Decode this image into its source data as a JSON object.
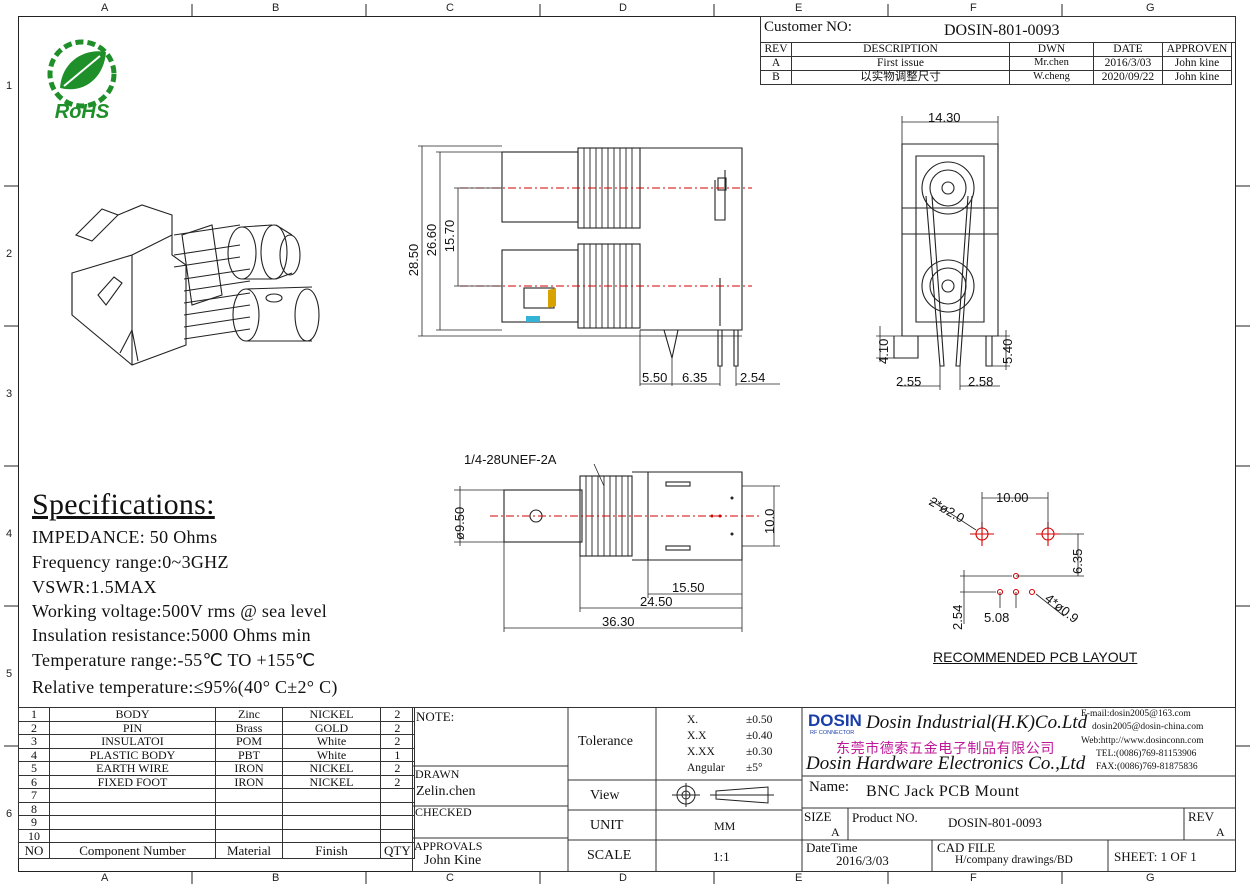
{
  "zones": {
    "cols": [
      "A",
      "B",
      "C",
      "D",
      "E",
      "F",
      "G"
    ],
    "rows": [
      "1",
      "2",
      "3",
      "4",
      "5",
      "6"
    ]
  },
  "logo": {
    "text": "RoHS"
  },
  "header": {
    "customer_label": "Customer NO:",
    "customer_no": "DOSIN-801-0093",
    "columns": [
      "REV",
      "DESCRIPTION",
      "DWN",
      "DATE",
      "APPROVEN"
    ],
    "rows": [
      {
        "rev": "A",
        "description": "First issue",
        "dwn": "Mr.chen",
        "date": "2016/3/03",
        "approven": "John kine"
      },
      {
        "rev": "B",
        "description": "以实物调整尺寸",
        "dwn": "W.cheng",
        "date": "2020/09/22",
        "approven": "John kine"
      }
    ]
  },
  "dimensions": {
    "side": [
      "28.50",
      "26.60",
      "15.70",
      "5.50",
      "6.35",
      "2.54"
    ],
    "end": [
      "14.30",
      "4.10",
      "5.40",
      "2.55",
      "2.58"
    ],
    "top": [
      "1/4-28UNEF-2A",
      "ø9.50",
      "10.0",
      "15.50",
      "24.50",
      "36.30"
    ],
    "pcb": [
      "2*ø2.0",
      "10.00",
      "6.35",
      "2.54",
      "5.08",
      "4*ø0.9"
    ],
    "pcb_title": "RECOMMENDED PCB LAYOUT"
  },
  "specifications": {
    "title": "Specifications:",
    "items": [
      "IMPEDANCE: 50 Ohms",
      "Frequency range:0~3GHZ",
      "VSWR:1.5MAX",
      "Working voltage:500V rms @ sea level",
      "Insulation resistance:5000 Ohms min",
      "Temperature range:-55℃ TO +155℃",
      "Relative temperature:≤95%(40° C±2° C)"
    ]
  },
  "bom": {
    "headers": [
      "NO",
      "Component Number",
      "Material",
      "Finish",
      "QTY"
    ],
    "rows": [
      {
        "no": "1",
        "name": "BODY",
        "material": "Zinc",
        "finish": "NICKEL",
        "qty": "2"
      },
      {
        "no": "2",
        "name": "PIN",
        "material": "Brass",
        "finish": "GOLD",
        "qty": "2"
      },
      {
        "no": "3",
        "name": "INSULATOI",
        "material": "POM",
        "finish": "White",
        "qty": "2"
      },
      {
        "no": "4",
        "name": "PLASTIC BODY",
        "material": "PBT",
        "finish": "White",
        "qty": "1"
      },
      {
        "no": "5",
        "name": "EARTH WIRE",
        "material": "IRON",
        "finish": "NICKEL",
        "qty": "2"
      },
      {
        "no": "6",
        "name": "FIXED FOOT",
        "material": "IRON",
        "finish": "NICKEL",
        "qty": "2"
      },
      {
        "no": "7",
        "name": "",
        "material": "",
        "finish": "",
        "qty": ""
      },
      {
        "no": "8",
        "name": "",
        "material": "",
        "finish": "",
        "qty": ""
      },
      {
        "no": "9",
        "name": "",
        "material": "",
        "finish": "",
        "qty": ""
      },
      {
        "no": "10",
        "name": "",
        "material": "",
        "finish": "",
        "qty": ""
      }
    ]
  },
  "title_block": {
    "note_label": "NOTE:",
    "drawn_label": "DRAWN",
    "drawn_by": "Zelin.chen",
    "checked_label": "CHECKED",
    "approvals_label": "APPROVALS",
    "approvals_by": "John Kine",
    "tolerance_label": "Tolerance",
    "tolerances": [
      {
        "k": "X.",
        "v": "±0.50"
      },
      {
        "k": "X.X",
        "v": "±0.40"
      },
      {
        "k": "X.XX",
        "v": "±0.30"
      },
      {
        "k": "Angular",
        "v": "±5°"
      }
    ],
    "view_label": "View",
    "unit_label": "UNIT",
    "unit": "MM",
    "scale_label": "SCALE",
    "scale": "1:1",
    "company_logo": "DOSIN",
    "company_logo_sub": "RF CONNECTOR",
    "company_en": "Dosin Industrial(H.K)Co.Ltd",
    "company_cn": "东莞市德索五金电子制品有限公司",
    "company_en2": "Dosin Hardware Electronics Co.,Ltd",
    "contacts": [
      "E-mail:dosin2005@163.com",
      "dosin2005@dosin-china.com",
      "Web:http://www.dosinconn.com",
      "TEL:(0086)769-81153906",
      "FAX:(0086)769-81875836"
    ],
    "name_label": "Name:",
    "name": "BNC Jack PCB Mount",
    "size_label": "SIZE",
    "size": "A",
    "product_label": "Product NO.",
    "product_no": "DOSIN-801-0093",
    "rev_label": "REV",
    "rev": "A",
    "datetime_label": "DateTime",
    "datetime": "2016/3/03",
    "cad_label": "CAD FILE",
    "cad_path": "H/company drawings/BD",
    "sheet": "SHEET: 1 OF 1"
  },
  "colors": {
    "accent_red": "#d40000",
    "logo_green": "#1f8f2a",
    "dosin_blue": "#1a3ea8",
    "cn_magenta": "#c0169a"
  }
}
